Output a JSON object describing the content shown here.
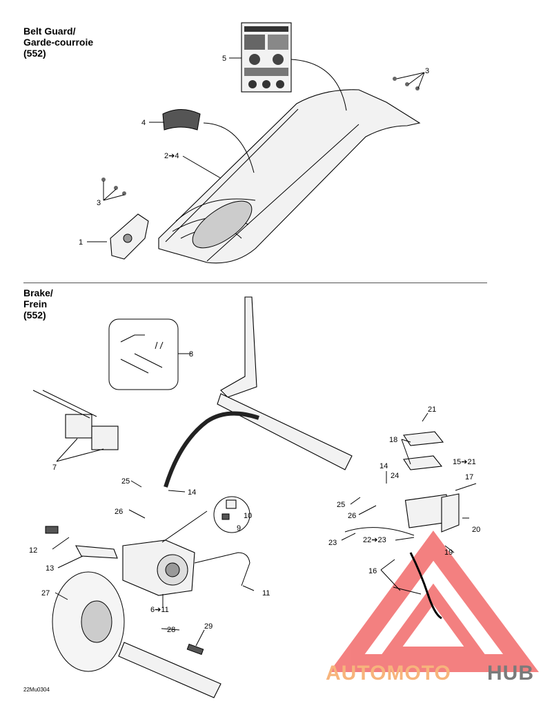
{
  "sections": {
    "belt_guard": {
      "title": "Belt Guard/\nGarde-courroie\n(552)"
    },
    "brake": {
      "title": "Brake/\nFrein\n(552)"
    }
  },
  "drawing_code": "22Mu0304",
  "callouts": {
    "c1": "1",
    "c2_4": "2➔4",
    "c3a": "3",
    "c3b": "3",
    "c4": "4",
    "c5": "5",
    "c6_11": "6➔11",
    "c7": "7",
    "c8": "8",
    "c9": "9",
    "c10": "10",
    "c11": "11",
    "c12": "12",
    "c13": "13",
    "c14a": "14",
    "c14b": "14",
    "c15_21": "15➔21",
    "c16": "16",
    "c17": "17",
    "c18": "18",
    "c19": "19",
    "c20": "20",
    "c21": "21",
    "c22_23": "22➔23",
    "c23": "23",
    "c24": "24",
    "c25a": "25",
    "c25b": "25",
    "c26a": "26",
    "c26b": "26",
    "c27": "27",
    "c28": "28",
    "c29": "29"
  },
  "watermark": {
    "part1": "AUTOMOTO",
    "part2": "HUB",
    "color1": "#f7b47c",
    "color2": "#7a7a7a",
    "triangle_color": "#f26b6b"
  }
}
